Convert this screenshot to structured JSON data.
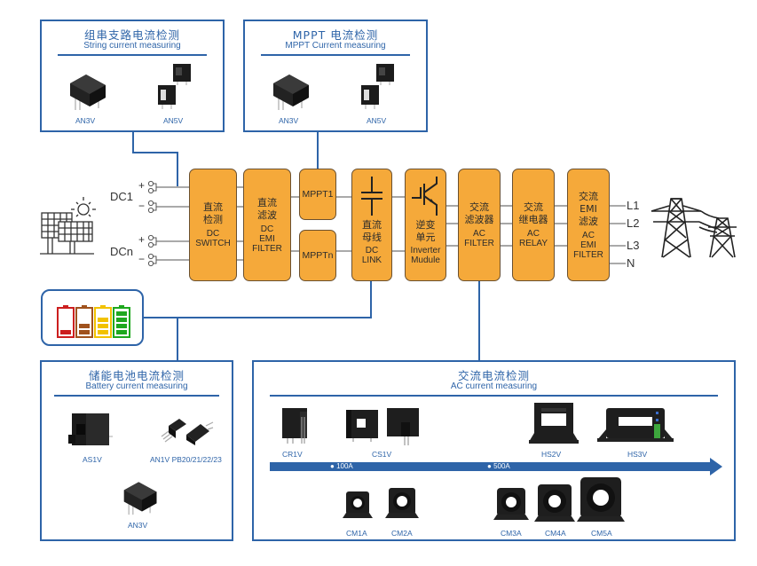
{
  "panels": {
    "string": {
      "title_cn": "组串支路电流检测",
      "title_en": "String current measuring",
      "parts": [
        "AN3V",
        "AN5V"
      ]
    },
    "mppt": {
      "title_cn": "MPPT 电流检测",
      "title_en": "MPPT Current measuring",
      "parts": [
        "AN3V",
        "AN5V"
      ]
    },
    "battery": {
      "title_cn": "储能电池电流检测",
      "title_en": "Battery current measuring",
      "parts": [
        "AS1V",
        "AN1V PB20/21/22/23",
        "AN3V"
      ]
    },
    "ac": {
      "title_cn": "交流电流检测",
      "title_en": "AC current measuring",
      "top_parts": [
        "CR1V",
        "CS1V",
        "HS2V",
        "HS3V"
      ],
      "bottom_parts": [
        "CM1A",
        "CM2A",
        "CM3A",
        "CM4A",
        "CM5A"
      ],
      "scale_ticks": [
        "100A",
        "500A"
      ]
    }
  },
  "inputs": {
    "dc1": "DC1",
    "dcn": "DCn",
    "plus": "+",
    "minus": "−"
  },
  "outputs": [
    "L1",
    "L2",
    "L3",
    "N"
  ],
  "blocks": {
    "dc_switch": {
      "cn": [
        "直流",
        "检测"
      ],
      "en": [
        "DC",
        "SWITCH"
      ]
    },
    "dc_emi": {
      "cn": [
        "直流",
        "滤波"
      ],
      "en": [
        "DC",
        "EMI",
        "FILTER"
      ]
    },
    "mppt1": "MPPT1",
    "mpptn": "MPPTn",
    "dc_link": {
      "cn": [
        "直流",
        "母线"
      ],
      "en": [
        "DC",
        "LINK"
      ]
    },
    "inverter": {
      "cn": [
        "逆变",
        "单元"
      ],
      "en": [
        "Inverter",
        "Mudule"
      ]
    },
    "ac_filter": {
      "cn": [
        "交流",
        "滤波器"
      ],
      "en": [
        "AC",
        "FILTER"
      ]
    },
    "ac_relay": {
      "cn": [
        "交流",
        "继电器"
      ],
      "en": [
        "AC",
        "RELAY"
      ]
    },
    "ac_emi": {
      "cn": [
        "交流",
        "EMI",
        "滤波"
      ],
      "en": [
        "AC",
        "EMI",
        "FILTER"
      ]
    }
  },
  "colors": {
    "accent": "#2e64a8",
    "block": "#f5a93a",
    "block_border": "#6a5030",
    "battery_red": "#cc1f1f",
    "battery_brown": "#a0521d",
    "battery_yellow": "#f2c200",
    "battery_green": "#1ea81e"
  }
}
